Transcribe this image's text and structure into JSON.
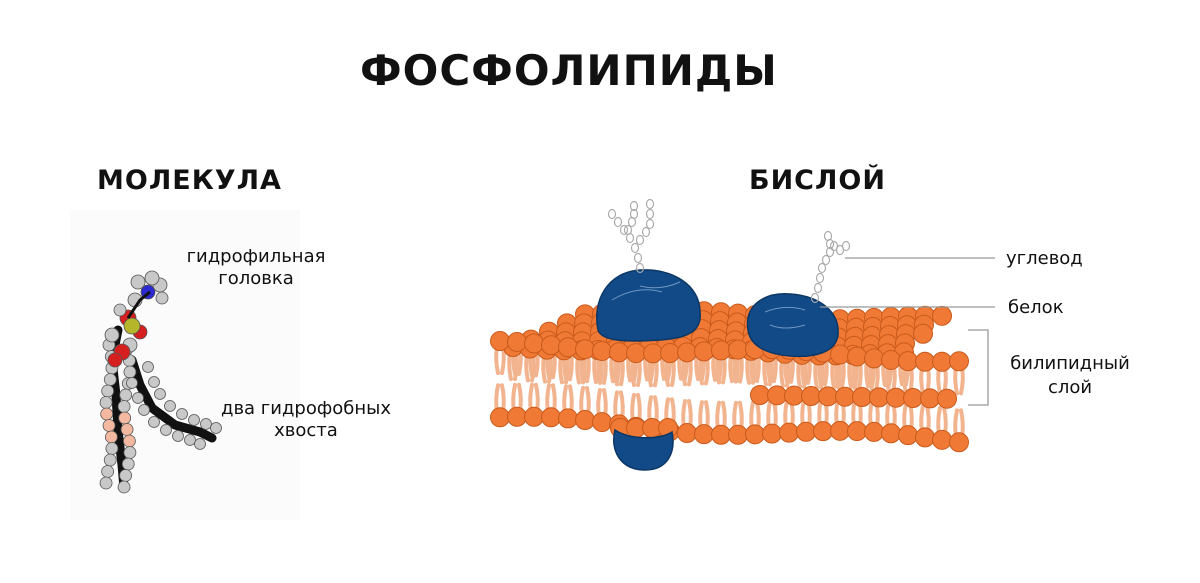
{
  "title": "ФОСФОЛИПИДЫ",
  "molecule": {
    "label": "МОЛЕКУЛА",
    "head_label_line1": "гидрофильная",
    "head_label_line2": "головка",
    "tails_label_line1": "два гидрофобных",
    "tails_label_line2": "хвоста"
  },
  "bilayer": {
    "label": "БИСЛОЙ",
    "carbohydrate_label": "углевод",
    "protein_label": "белок",
    "layer_label_line1": "билипидный",
    "layer_label_line2": "слой"
  },
  "colors": {
    "lipid_head": "#f07a35",
    "lipid_head_stroke": "#c95a1c",
    "lipid_tail": "#f2b48f",
    "protein": "#114a86",
    "atom_gray": "#c8c8c8",
    "atom_red": "#d61f1f",
    "atom_yellow": "#b6b62a",
    "atom_blue": "#2a2ad0",
    "atom_salmon": "#f3b8a0",
    "bond_black": "#111111",
    "leader_line": "#999999"
  }
}
